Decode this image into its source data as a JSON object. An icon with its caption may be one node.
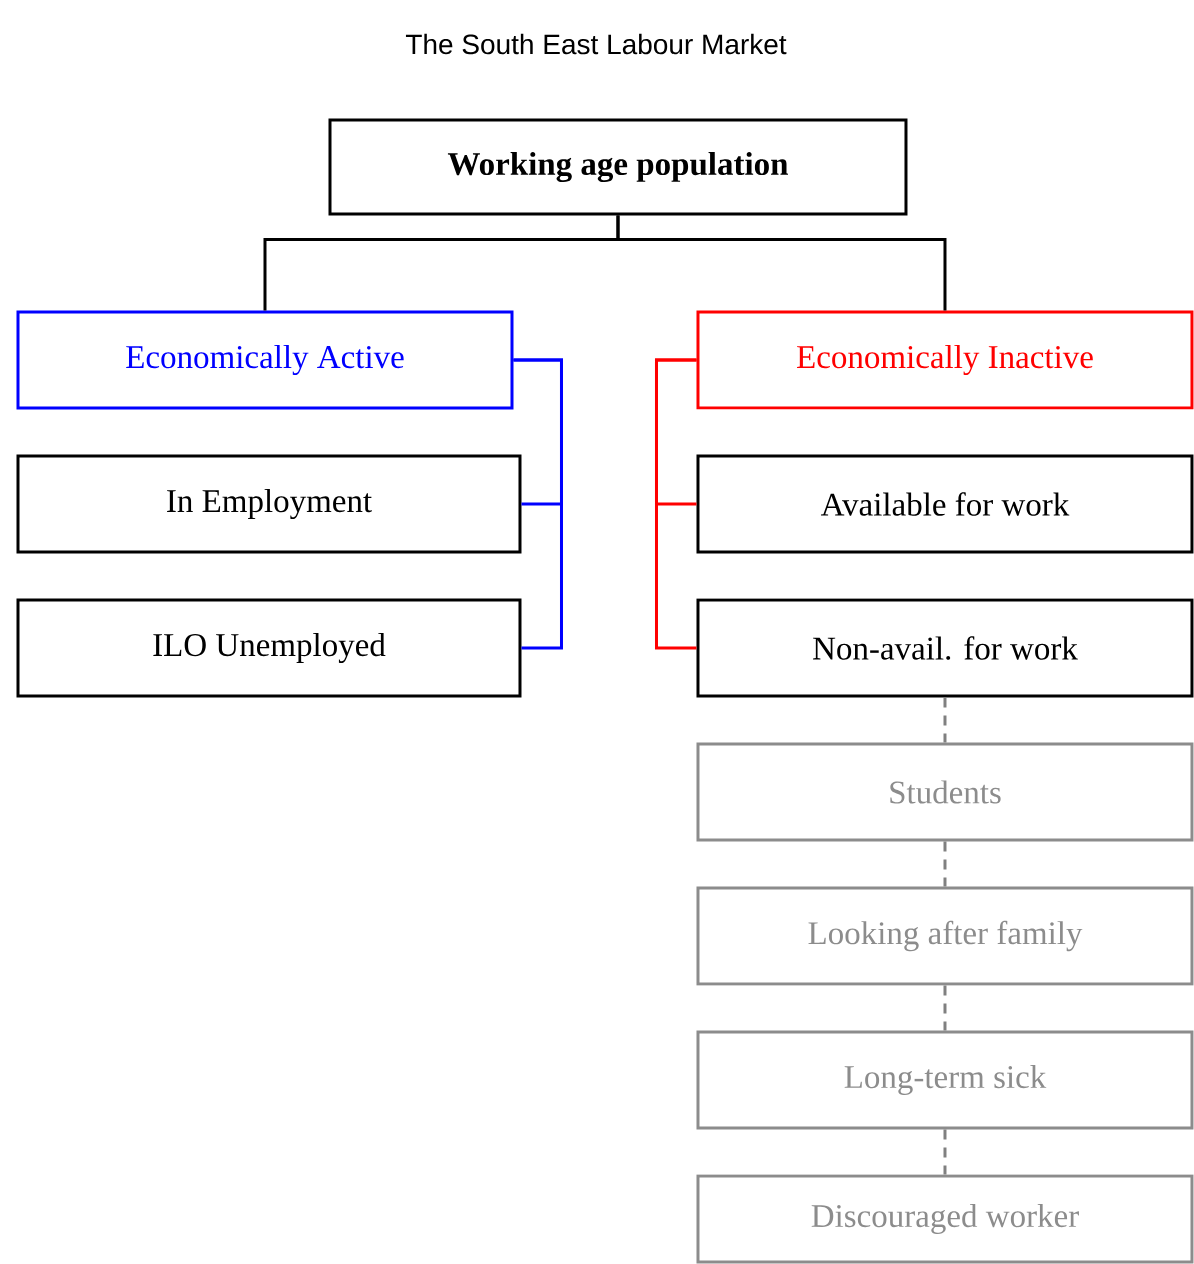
{
  "diagram": {
    "title": "The South East Labour Market",
    "nodes": [
      {
        "text": [
          "Working age population"
        ]
      },
      {
        "text": [
          "Economically Active"
        ]
      },
      {
        "text": [
          "In Employment"
        ]
      },
      {
        "text": [
          "ILO Unemployed"
        ]
      },
      {
        "text": [
          "Economically Inactive"
        ]
      },
      {
        "text": [
          "Available for work"
        ]
      },
      {
        "text": [
          "Non-avail. for work"
        ]
      },
      {
        "text": [
          "Students"
        ]
      },
      {
        "text": [
          "Looking after family"
        ]
      },
      {
        "text": [
          "Long-term sick"
        ]
      },
      {
        "text": [
          "Discouraged worker"
        ]
      }
    ],
    "edges": [
      {
        "from": 0,
        "to": 1,
        "arrow": "none",
        "color": "#000000"
      },
      {
        "from": 0,
        "to": 4,
        "arrow": "none",
        "color": "#000000"
      },
      {
        "from": 1,
        "to": 2,
        "arrow": "none",
        "color": "#0000ff"
      },
      {
        "from": 1,
        "to": 3,
        "arrow": "none",
        "color": "#0000ff"
      },
      {
        "from": 4,
        "to": 5,
        "arrow": "none",
        "color": "#ff0000"
      },
      {
        "from": 4,
        "to": 6,
        "arrow": "none",
        "color": "#ff0000"
      },
      {
        "from": 6,
        "to": 7,
        "arrow": "none",
        "style": "dashed",
        "color": "#808080"
      },
      {
        "from": 7,
        "to": 8,
        "arrow": "none",
        "style": "dashed",
        "color": "#808080"
      },
      {
        "from": 8,
        "to": 9,
        "arrow": "none",
        "style": "dashed",
        "color": "#808080"
      },
      {
        "from": 9,
        "to": 10,
        "arrow": "none",
        "style": "dashed",
        "color": "#808080"
      }
    ]
  }
}
